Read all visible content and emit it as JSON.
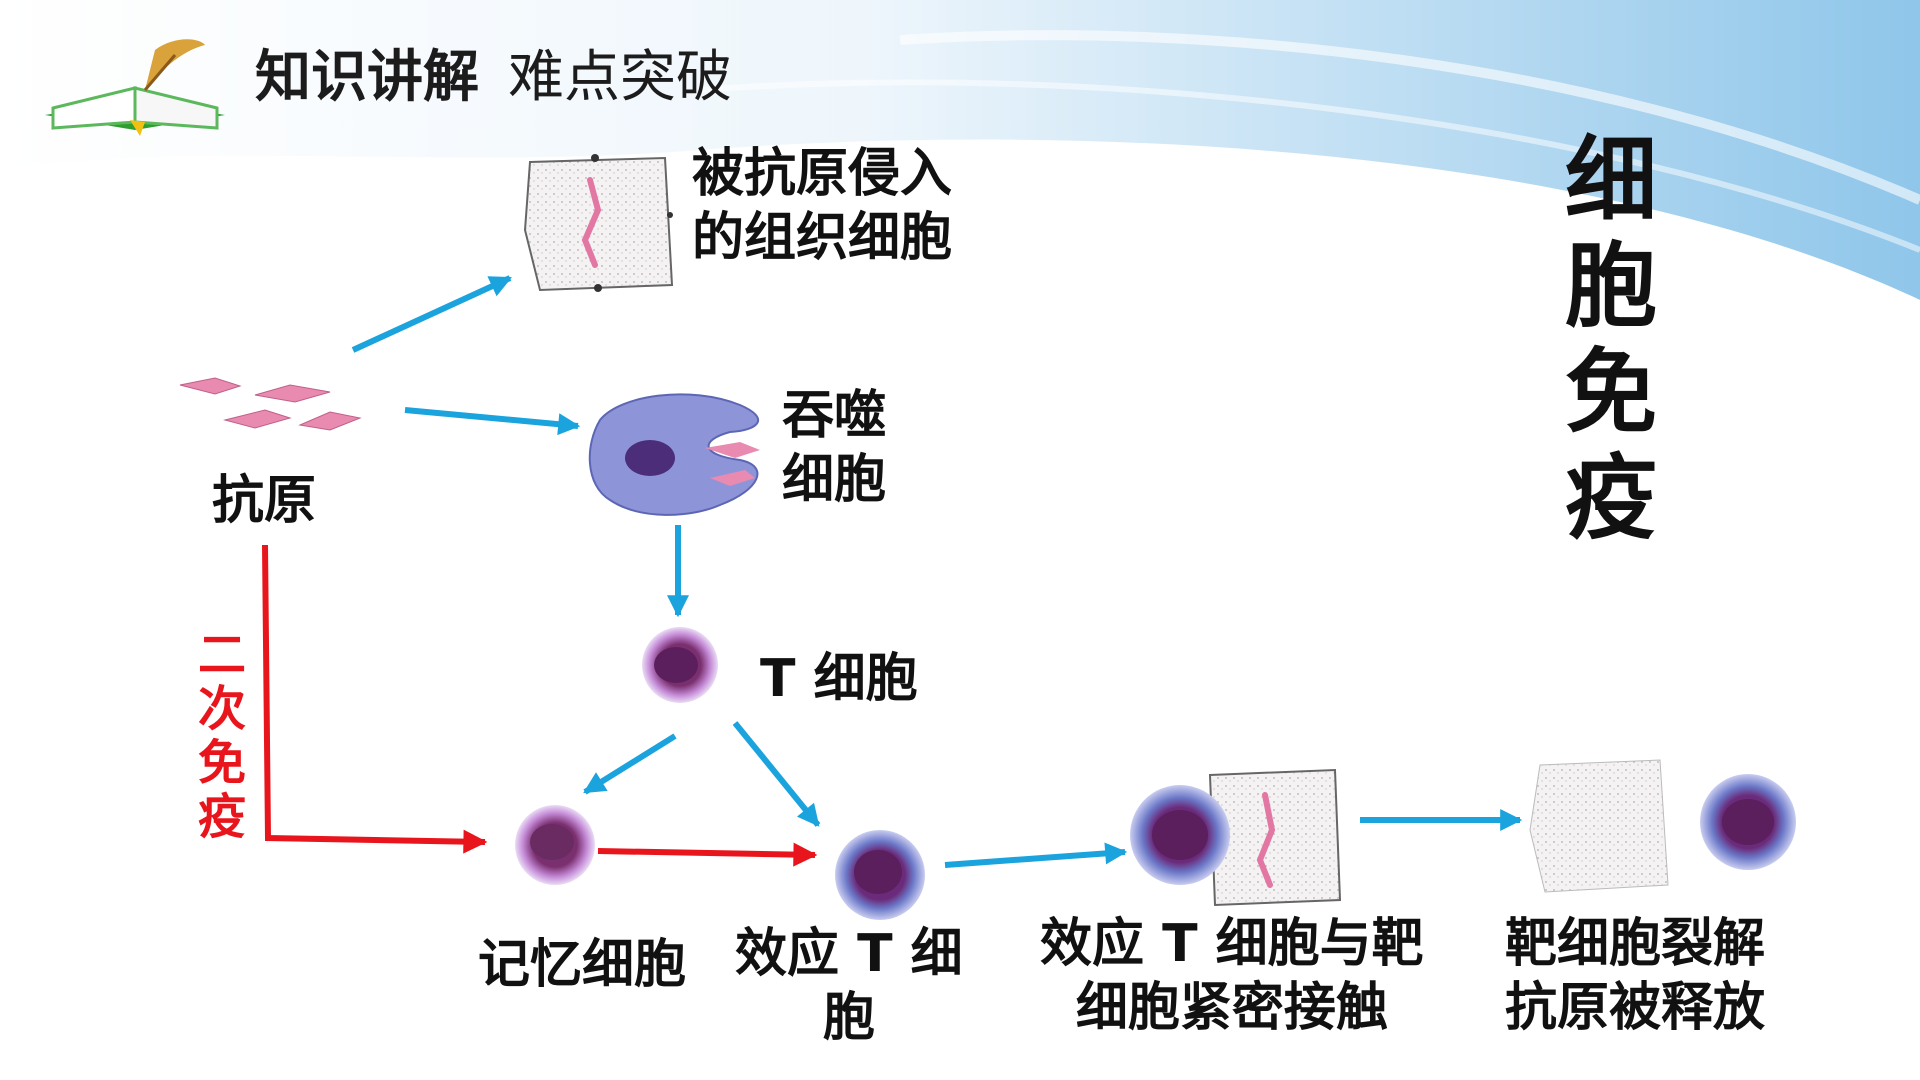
{
  "header": {
    "title": "知识讲解",
    "subtitle": "难点突破",
    "icon": "book-quill-icon"
  },
  "side_title": [
    "细",
    "胞",
    "免",
    "疫"
  ],
  "secondary_label": [
    "二",
    "次",
    "免",
    "疫"
  ],
  "labels": {
    "antigen": "抗原",
    "infected_cell": [
      "被抗原侵入",
      "的组织细胞"
    ],
    "phagocyte": [
      "吞噬",
      "细胞"
    ],
    "t_cell": "T 细胞",
    "memory_cell": "记忆细胞",
    "effector_t": [
      "效应 T 细",
      "胞"
    ],
    "contact": [
      "效应 T 细胞与靶",
      "细胞紧密接触"
    ],
    "lysis": [
      "靶细胞裂解",
      "抗原被释放"
    ]
  },
  "colors": {
    "blue_arrow": "#1ba3dd",
    "red_arrow": "#e8161c",
    "secondary_text": "#e8161c",
    "cell_purple": "#6b2a7a",
    "cell_blue": "#6b78c8",
    "antigen_pink": "#e98ab0"
  }
}
